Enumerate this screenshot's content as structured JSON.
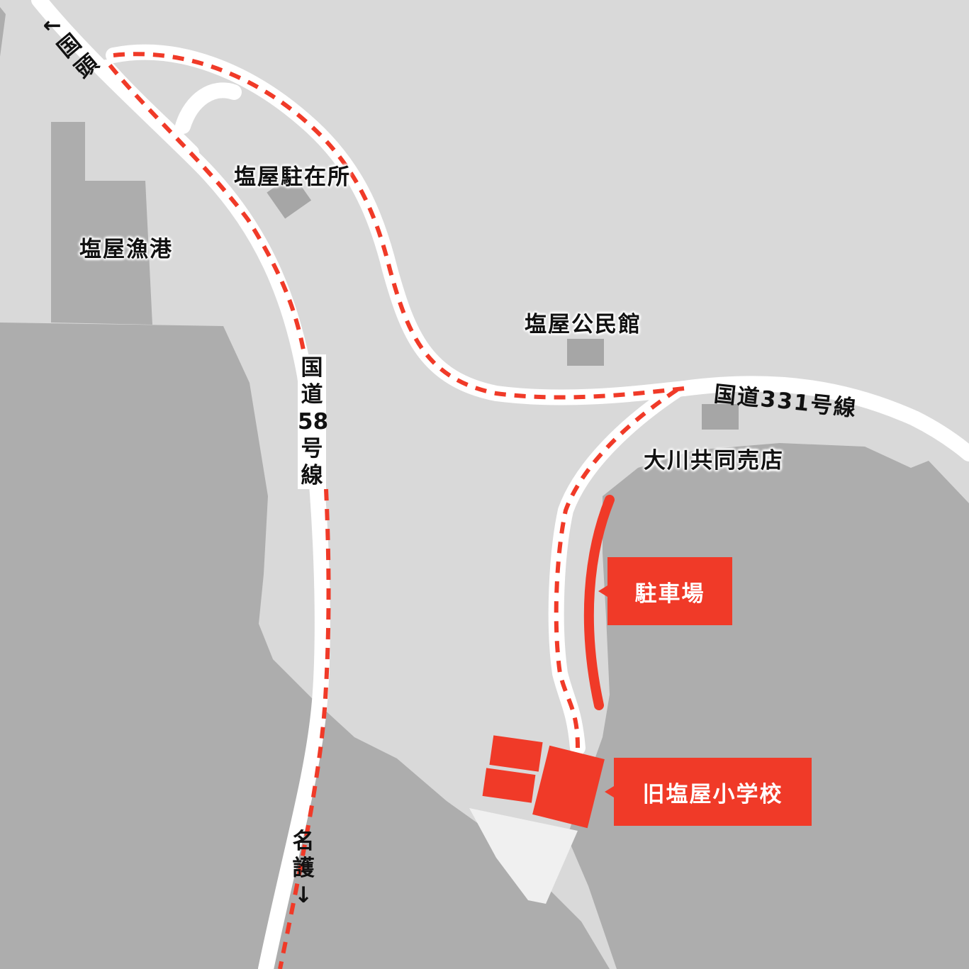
{
  "map": {
    "colors": {
      "land": "#d9d9d9",
      "sea": "#adadad",
      "road": "#ffffff",
      "route": "#f03a28",
      "building": "#a6a6a6",
      "school_ground": "#f0f0f0"
    }
  },
  "roads": {
    "route58": {
      "line1": "国",
      "line2": "道",
      "line3": "58",
      "line4": "号",
      "line5": "線"
    },
    "route331": "国道331号線",
    "to_kunigami": {
      "arrow": "←",
      "line1": "国",
      "line2": "頭"
    },
    "to_nago": {
      "line1": "名",
      "line2": "護",
      "arrow": "↓"
    }
  },
  "places": {
    "fishing_port": "塩屋漁港",
    "police_box": "塩屋駐在所",
    "community_hall": "塩屋公民館",
    "store": "大川共同売店"
  },
  "callouts": {
    "parking": "駐車場",
    "school": "旧塩屋小学校"
  }
}
